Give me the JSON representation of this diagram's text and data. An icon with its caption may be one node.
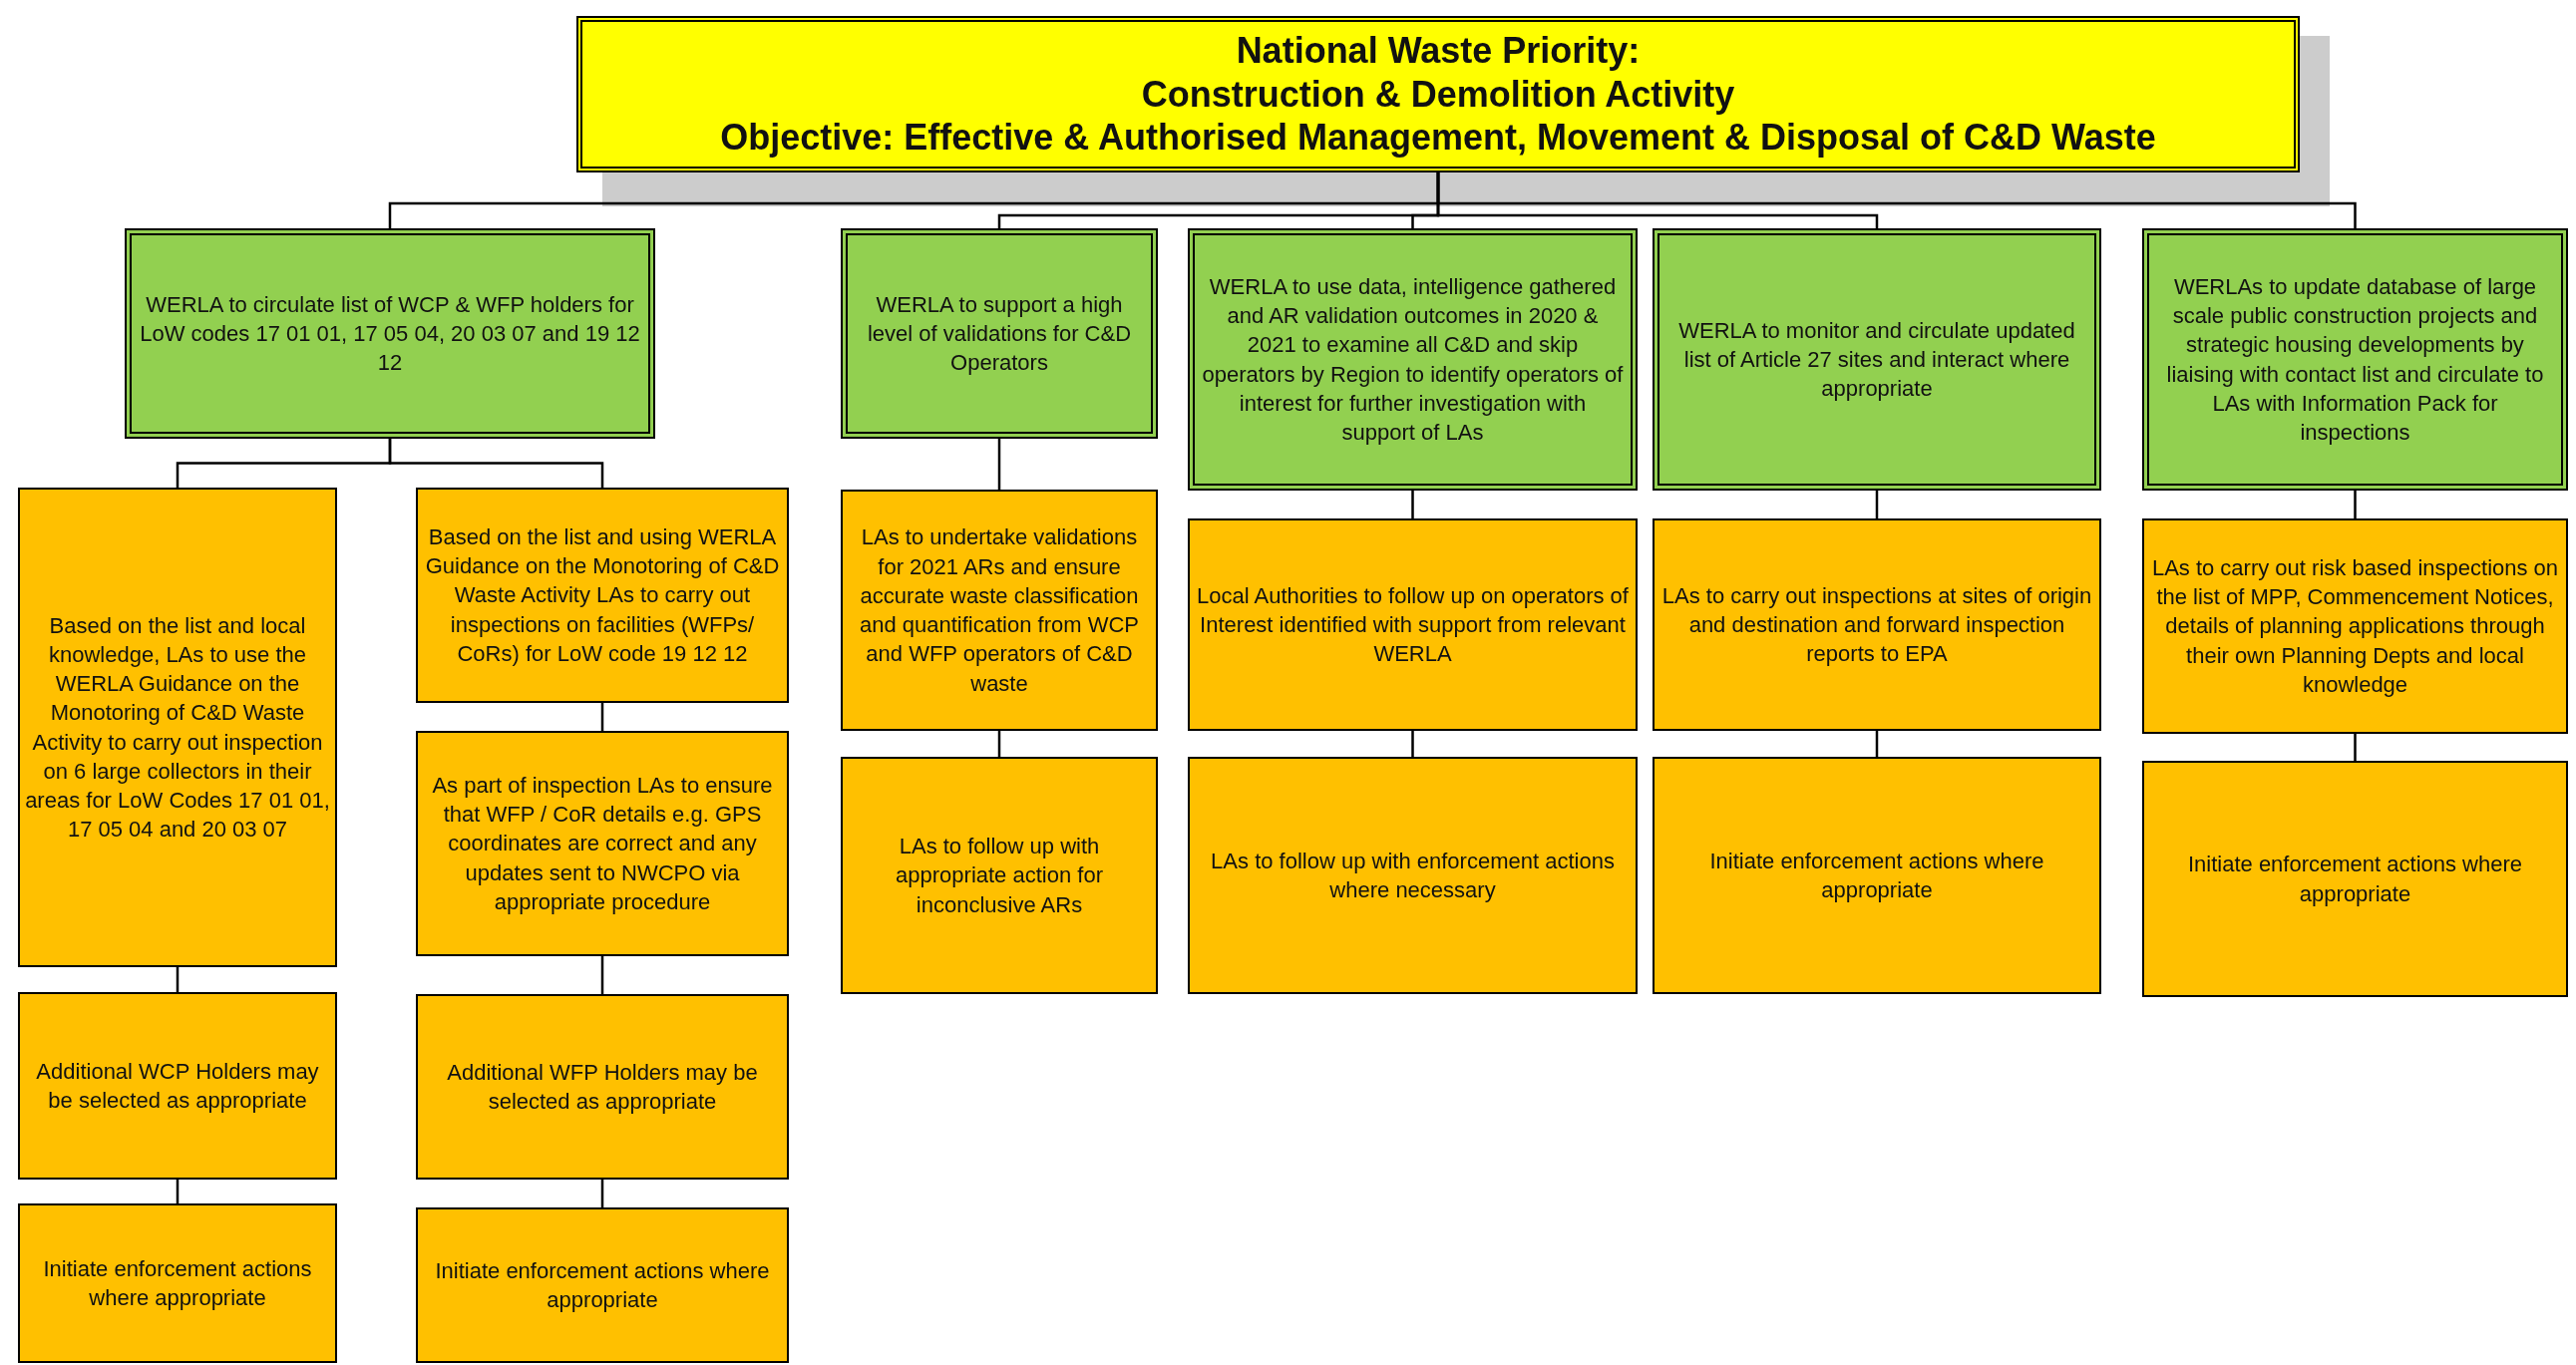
{
  "diagram": {
    "nodes": [
      {
        "text": [
          "National Waste Priority:",
          "Construction & Demolition Activity",
          "Objective: Effective & Authorised Management, Movement & Disposal of C&D Waste"
        ]
      },
      {
        "text": [
          "WERLA to circulate list of  WCP & WFP holders for LoW codes 17 01 01, 17 05 04, 20 03 07 and 19 12 12"
        ]
      },
      {
        "text": [
          "WERLA to support a high level of validations for C&D Operators"
        ]
      },
      {
        "text": [
          "WERLA to use data,  intelligence gathered and AR validation outcomes in 2020 & 2021  to examine all C&D and skip operators by Region  to identify operators of interest for further investigation with support of LAs"
        ]
      },
      {
        "text": [
          "WERLA to monitor and circulate updated list of Article 27 sites and interact where appropriate"
        ]
      },
      {
        "text": [
          "WERLAs to update database of large scale public construction projects and strategic housing developments by liaising with contact list and circulate to LAs with Information Pack for inspections"
        ]
      },
      {
        "text": [
          "Based on the list and local knowledge, LAs to use the WERLA Guidance on the Monotoring of C&D Waste Activity to carry out inspection on 6 large collectors in their areas for LoW Codes 17 01 01, 17 05 04 and 20 03 07"
        ]
      },
      {
        "text": [
          "Additional WCP Holders may be selected as appropriate"
        ]
      },
      {
        "text": [
          "Initiate enforcement actions where appropriate"
        ]
      },
      {
        "text": [
          "Based on the list and using WERLA Guidance on the Monotoring of C&D Waste Activity LAs to carry out inspections  on facilities (WFPs/ CoRs) for LoW code 19 12 12"
        ]
      },
      {
        "text": [
          "As part of inspection LAs to ensure that WFP / CoR details e.g. GPS coordinates are correct and any updates sent to NWCPO via appropriate procedure"
        ]
      },
      {
        "text": [
          "Additional WFP Holders may be selected as appropriate"
        ]
      },
      {
        "text": [
          "Initiate enforcement actions where appropriate"
        ]
      },
      {
        "text": [
          "LAs to undertake validations for 2021 ARs and ensure accurate waste classification and quantification from WCP and WFP operators of C&D waste"
        ]
      },
      {
        "text": [
          "LAs to follow up with appropriate action for inconclusive ARs"
        ]
      },
      {
        "text": [
          "Local Authorities to follow up on operators of Interest identified with support from relevant WERLA"
        ]
      },
      {
        "text": [
          "LAs to follow up with enforcement actions where necessary"
        ]
      },
      {
        "text": [
          "LAs to carry out inspections at sites of origin and destination and forward inspection reports to EPA"
        ]
      },
      {
        "text": [
          "Initiate enforcement actions where appropriate"
        ]
      },
      {
        "text": [
          "LAs to carry out risk based inspections on the list of MPP, Commencement Notices, details of  planning applications through their own Planning Depts and local knowledge"
        ]
      },
      {
        "text": [
          "Initiate enforcement actions where appropriate"
        ]
      }
    ],
    "edges": [
      {
        "from": 0,
        "to": 1,
        "arrow": "none"
      },
      {
        "from": 0,
        "to": 2,
        "arrow": "none"
      },
      {
        "from": 0,
        "to": 3,
        "arrow": "none"
      },
      {
        "from": 0,
        "to": 4,
        "arrow": "none"
      },
      {
        "from": 0,
        "to": 5,
        "arrow": "none"
      },
      {
        "from": 1,
        "to": 6,
        "arrow": "none"
      },
      {
        "from": 1,
        "to": 9,
        "arrow": "none"
      },
      {
        "from": 6,
        "to": 7,
        "arrow": "none"
      },
      {
        "from": 7,
        "to": 8,
        "arrow": "none"
      },
      {
        "from": 9,
        "to": 10,
        "arrow": "none"
      },
      {
        "from": 10,
        "to": 11,
        "arrow": "none"
      },
      {
        "from": 11,
        "to": 12,
        "arrow": "none"
      },
      {
        "from": 2,
        "to": 13,
        "arrow": "none"
      },
      {
        "from": 13,
        "to": 14,
        "arrow": "none"
      },
      {
        "from": 3,
        "to": 15,
        "arrow": "none"
      },
      {
        "from": 15,
        "to": 16,
        "arrow": "none"
      },
      {
        "from": 4,
        "to": 17,
        "arrow": "none"
      },
      {
        "from": 17,
        "to": 18,
        "arrow": "none"
      },
      {
        "from": 5,
        "to": 19,
        "arrow": "none"
      },
      {
        "from": 19,
        "to": 20,
        "arrow": "none"
      }
    ]
  }
}
